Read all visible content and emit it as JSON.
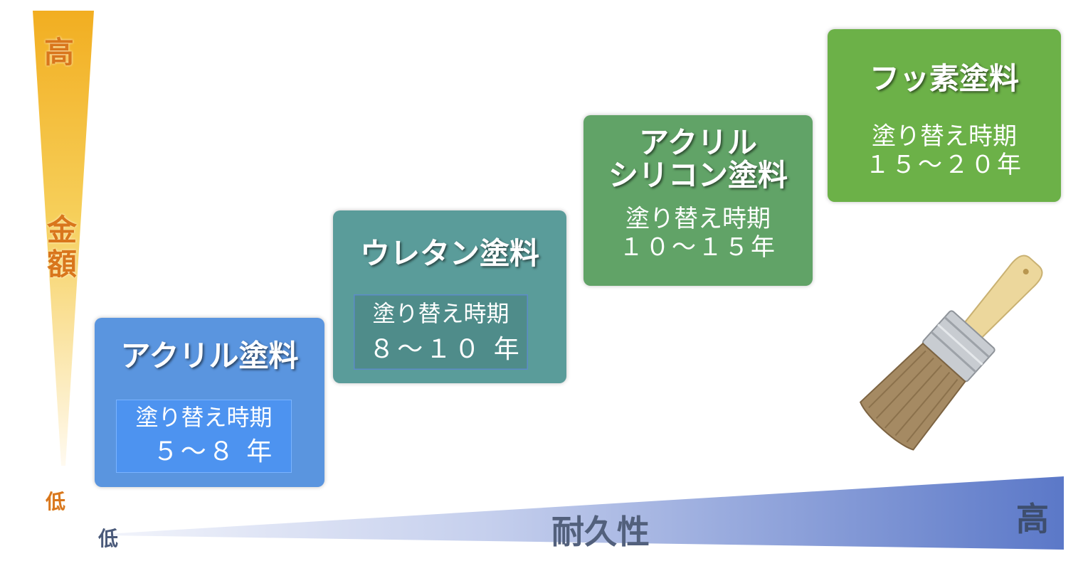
{
  "cost_axis": {
    "high": "高",
    "title": "金額",
    "low": "低"
  },
  "durability_axis": {
    "low": "低",
    "title": "耐久性",
    "high": "高"
  },
  "cards": {
    "acrylic": {
      "name": "アクリル塗料",
      "repaint_label": "塗り替え時期",
      "period": "５〜８ 年"
    },
    "urethane": {
      "name": "ウレタン塗料",
      "repaint_label": "塗り替え時期",
      "period": "８〜１０ 年"
    },
    "acrylic_silicone": {
      "name": "アクリル\nシリコン塗料",
      "repaint_label": "塗り替え時期",
      "period": "１０〜１５年"
    },
    "fluorine": {
      "name": "フッ素塗料",
      "repaint_label": "塗り替え時期",
      "period": "１５〜２０年"
    }
  },
  "colors": {
    "acrylic": "#5a95df",
    "urethane": "#5a9c9a",
    "acrylic_silicone": "#61a367",
    "fluorine": "#6cb148",
    "cost_axis": "#f2b426",
    "durability_axis": "#5b78c8"
  },
  "icons": {
    "brush": "paint-brush-icon"
  }
}
